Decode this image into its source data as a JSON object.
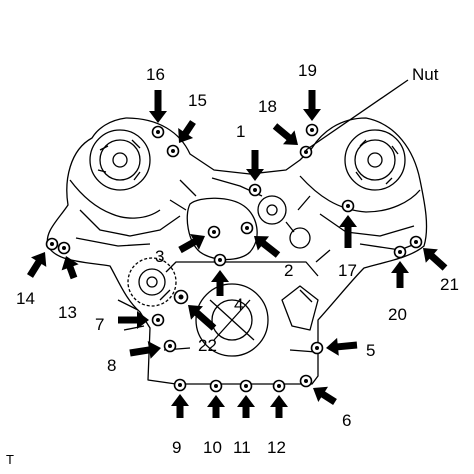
{
  "callouts": {
    "nut": "Nut",
    "n1": "1",
    "n2": "2",
    "n3": "3",
    "n4": "4",
    "n5": "5",
    "n6": "6",
    "n7": "7",
    "n8": "8",
    "n9": "9",
    "n10": "10",
    "n11": "11",
    "n12": "12",
    "n13": "13",
    "n14": "14",
    "n15": "15",
    "n16": "16",
    "n17": "17",
    "n18": "18",
    "n19": "19",
    "n20": "20",
    "n21": "21",
    "n22": "22"
  },
  "corner_mark": "T"
}
